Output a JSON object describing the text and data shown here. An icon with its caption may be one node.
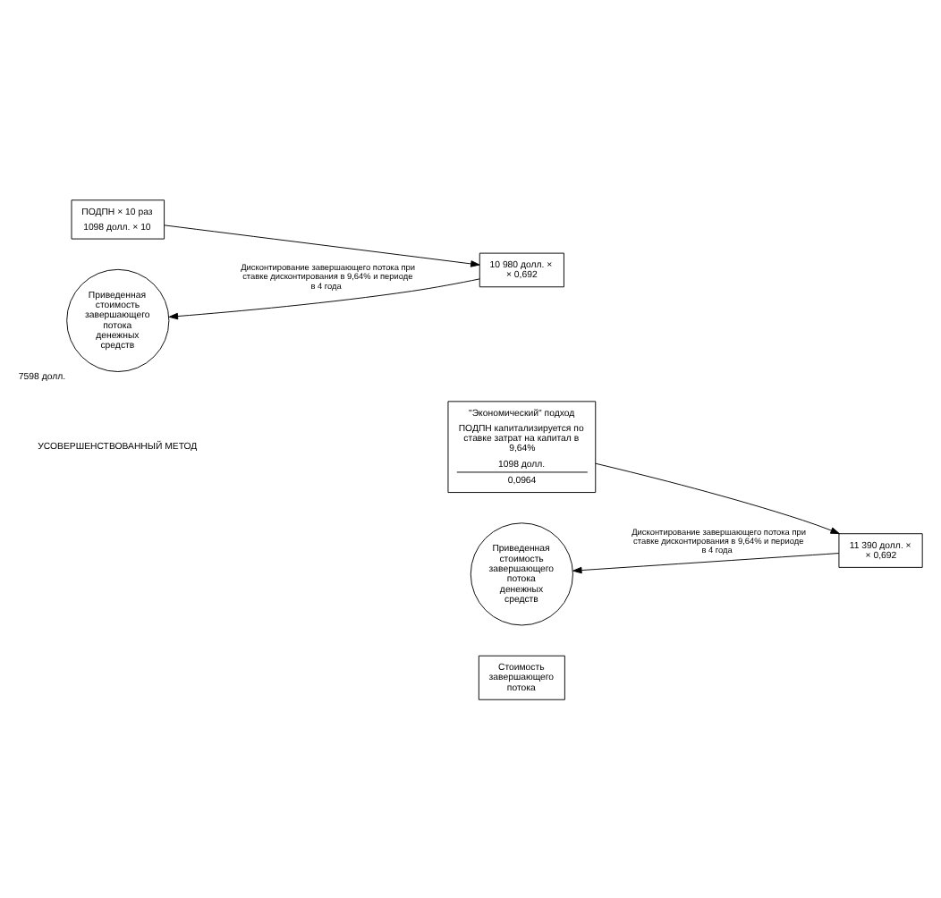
{
  "diagram": {
    "nodes": [
      {
        "text": [
          "Стоимость завершающего потока"
        ]
      },
      {
        "text": [
          "ПОДПН × 10 раз",
          "1098 долл. × 10"
        ]
      },
      {
        "text": [
          "10 980 долл. × × 0,692"
        ]
      },
      {
        "text": [
          "Приведенная стоимость завершающего потока денежных средств"
        ],
        "beside": [
          "7598 долл."
        ]
      },
      {
        "text": [
          "\"Экономический\" подход",
          "ПОДПН капитализируется по ставке затрат на капитал в 9,64%",
          "1098 долл.",
          "0,0964"
        ]
      },
      {
        "text": [
          "11 390 долл. × × 0,692"
        ]
      },
      {
        "text": [
          "Приведенная стоимость завершающего потока денежных средств"
        ]
      }
    ],
    "edges": [
      {
        "from": 1,
        "to": 2,
        "arrow": "to"
      },
      {
        "from": 2,
        "to": 3,
        "arrow": "to",
        "label": "Дисконтирование завершающего потока при ставке дисконтирования в 9,64% и периоде в 4 года"
      },
      {
        "from": 4,
        "to": 5,
        "arrow": "to"
      },
      {
        "from": 5,
        "to": 6,
        "arrow": "to",
        "label": "Дисконтирование завершающего потока при ставке дисконтирования в 9,64% и периоде в 4 года"
      }
    ],
    "labels": [
      "УСОВЕРШЕНСТВОВАННЫЙ МЕТОД"
    ]
  }
}
